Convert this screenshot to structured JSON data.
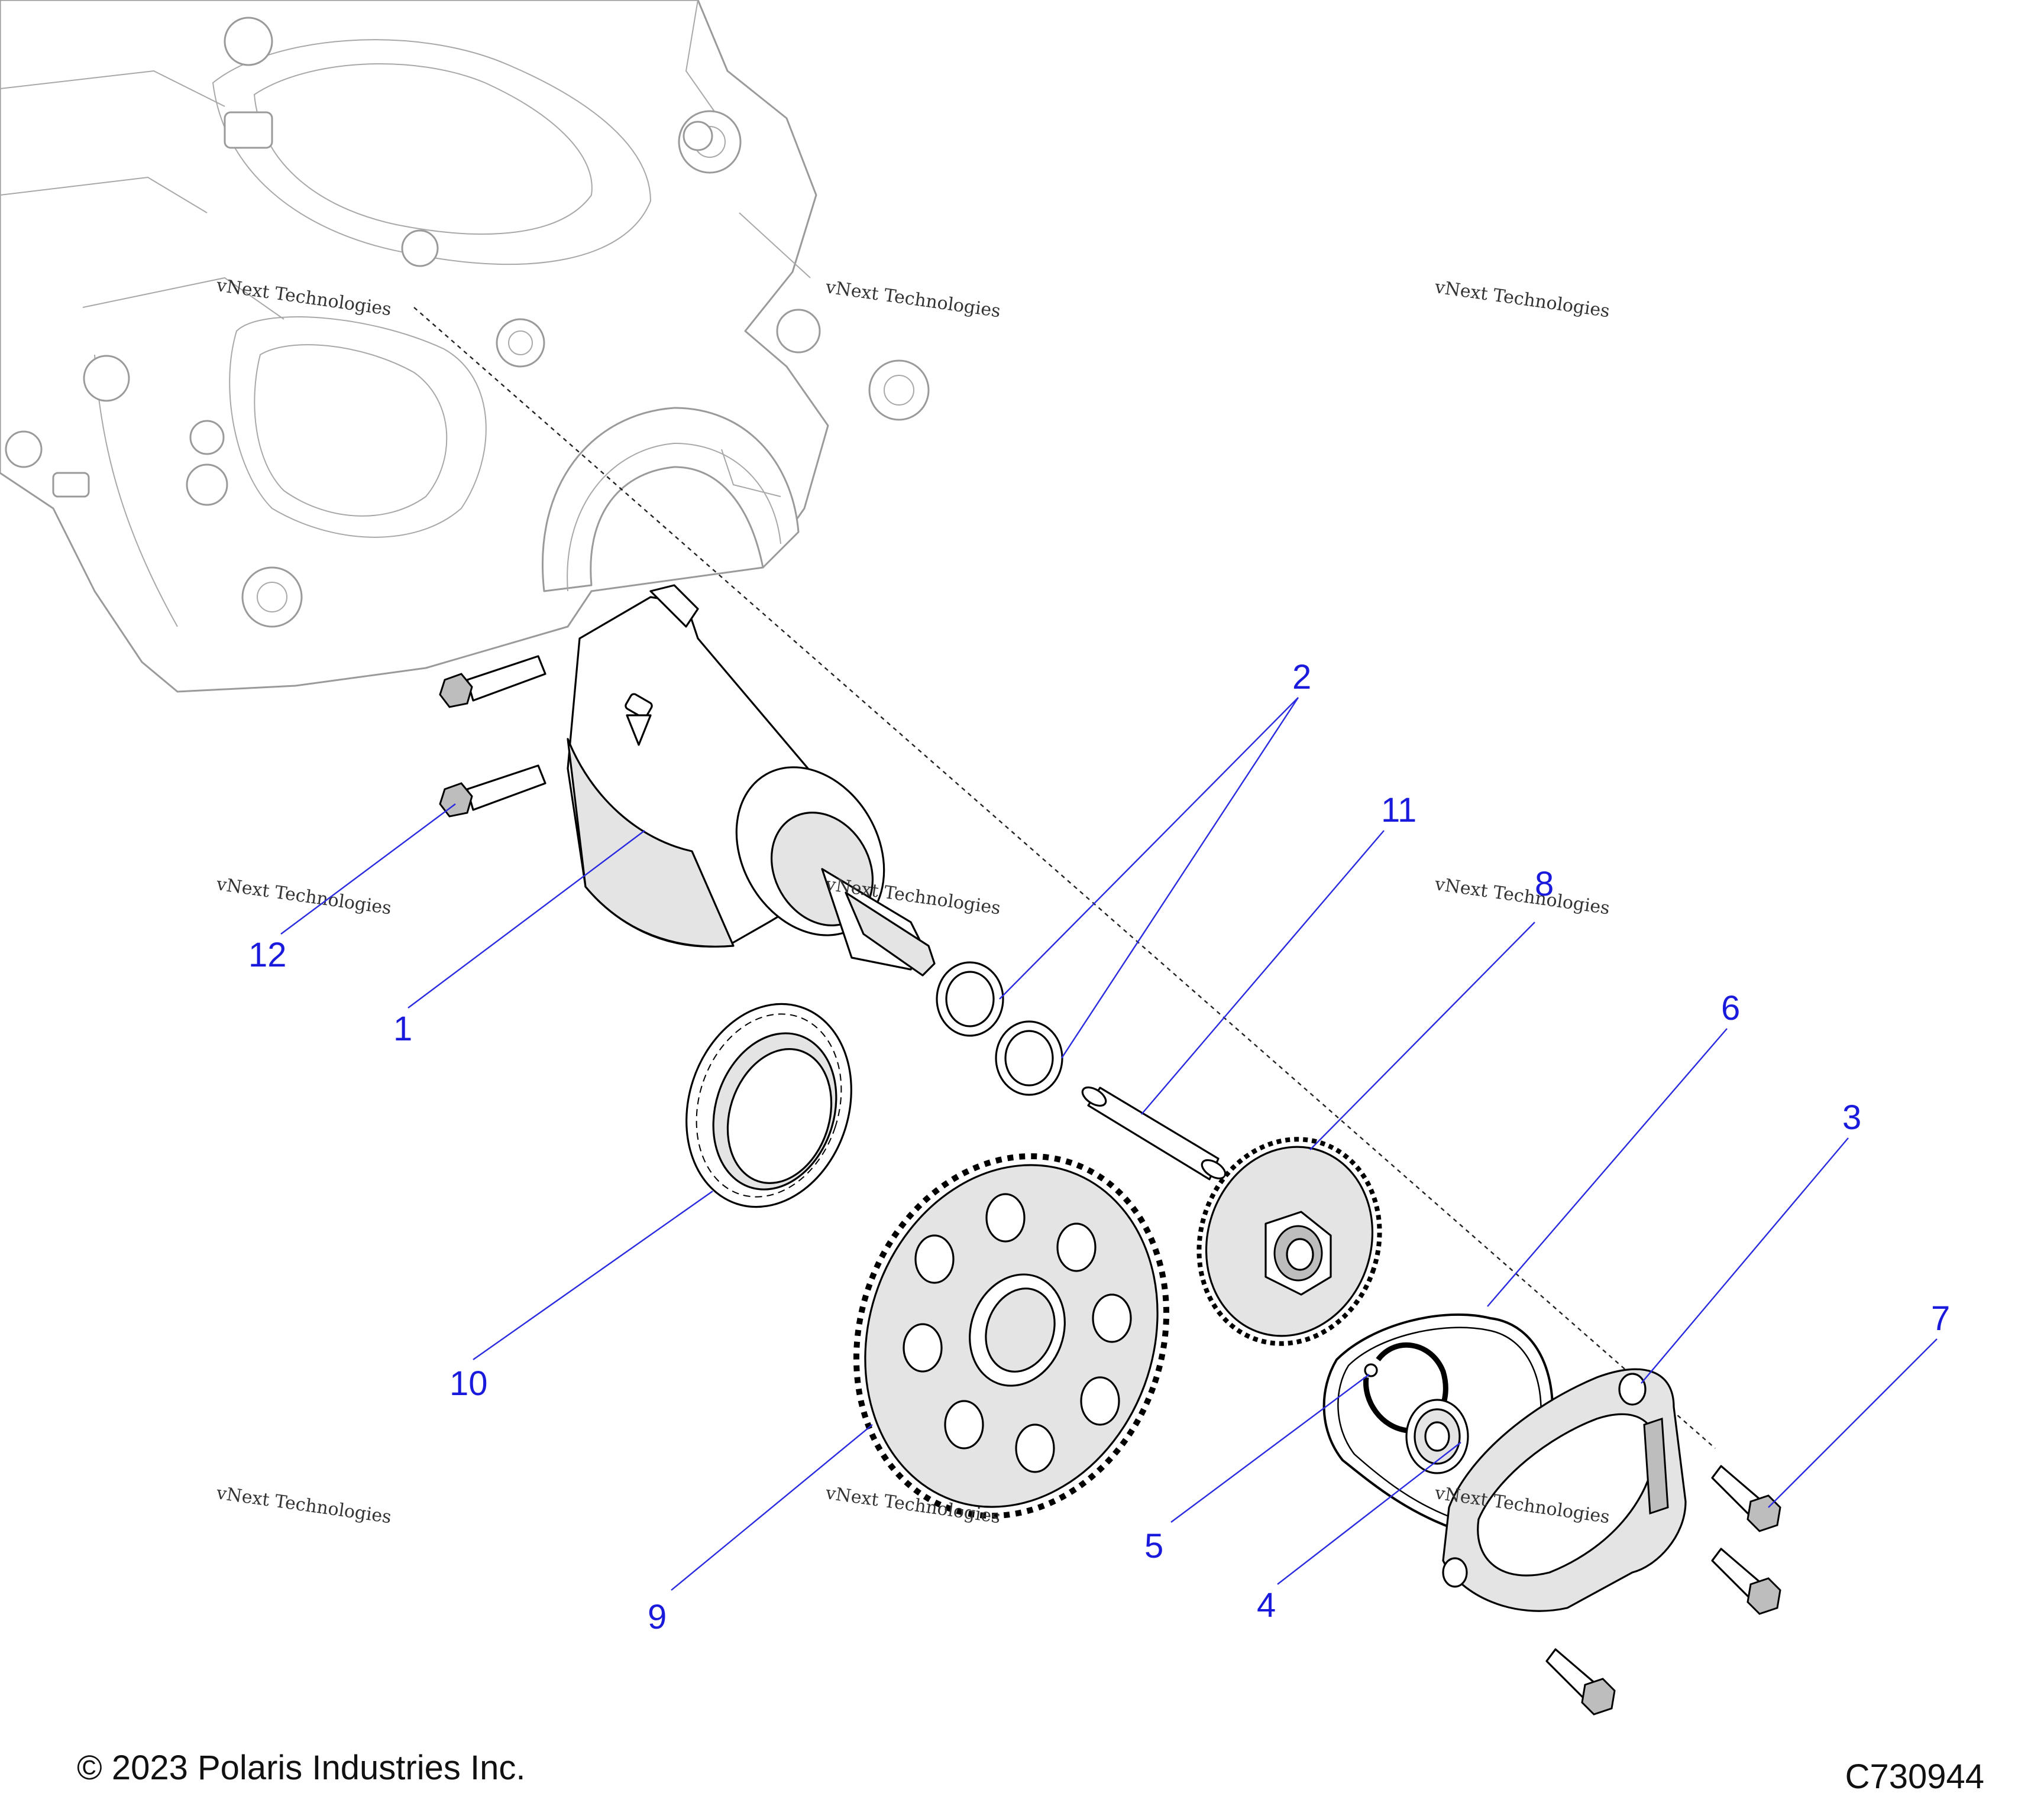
{
  "diagram": {
    "copyright": "© 2023 Polaris Industries Inc.",
    "drawing_number": "C730944",
    "watermark_text": "vNext Technologies",
    "callouts": [
      {
        "id": "1",
        "label": "1"
      },
      {
        "id": "2",
        "label": "2"
      },
      {
        "id": "3",
        "label": "3"
      },
      {
        "id": "4",
        "label": "4"
      },
      {
        "id": "5",
        "label": "5"
      },
      {
        "id": "6",
        "label": "6"
      },
      {
        "id": "7",
        "label": "7"
      },
      {
        "id": "8",
        "label": "8"
      },
      {
        "id": "9",
        "label": "9"
      },
      {
        "id": "10",
        "label": "10"
      },
      {
        "id": "11",
        "label": "11"
      },
      {
        "id": "12",
        "label": "12"
      }
    ],
    "colors": {
      "callout": "#1a1adc",
      "leader": "#2a2ae0",
      "line_art": "#000000",
      "ghost_line_art": "#9a9a9a"
    }
  }
}
